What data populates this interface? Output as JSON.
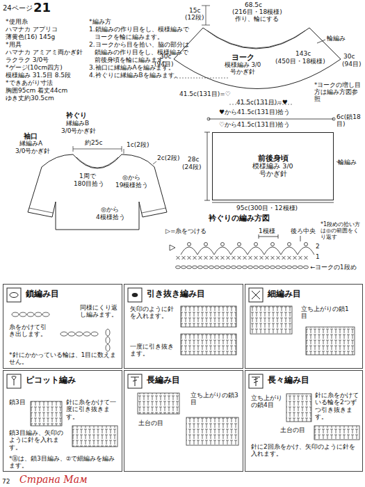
{
  "diagram": {
    "nodes": [
      {
        "text": [
          "ヨーク",
          "模様編み 3/0号かぎ針"
        ]
      },
      {
        "text": [
          "前後身頃",
          "模様編み 3/0号かぎ針"
        ]
      },
      {
        "text": [
          "鎖編み目",
          "同様にくり返し編みます。",
          "糸をかけて引き出します。",
          "*針にかかっている輪は、1目に数えません。"
        ]
      },
      {
        "text": [
          "引き抜き編み目",
          "矢印のように針を入れます。",
          "一度に引き抜きます。"
        ]
      },
      {
        "text": [
          "細編み目",
          "立ち上がりの鎖1目"
        ]
      },
      {
        "text": [
          "ピコット編み",
          "鎖3目",
          "針に糸をかけて一度に引き抜きます。",
          "鎖3目編み、矢印のように針を入れます。",
          "*ⓐは、鎖3目編み、②で細編みを編みます。"
        ]
      },
      {
        "text": [
          "長編み目",
          "立ち上がりの鎖3目",
          "土台の目"
        ]
      },
      {
        "text": [
          "長々編み目",
          "針に糸をかけている輪を2つずつ引き抜きます。",
          "立ち上がりの鎖4目",
          "土台の目",
          "針に2回糸をかけ、矢印のように針を入れます。"
        ]
      }
    ],
    "labels": [
      "24ページ",
      "21",
      "*使用糸",
      "ハマナカ アプリコ",
      "薄黄色(16) 145g",
      "*用具",
      "ハマナカ アミアミ両かぎ針",
      "ラクラク 3/0号",
      "*ゲージ(10cm四方)",
      "模様編み 31.5目 8.5段",
      "*できあがり寸法",
      "胸囲95cm 着丈44cm",
      "ゆき丈約30.5cm",
      "*編み方",
      "1.鎖編みの作り目をし、模様編みで",
      "ヨークを輪に編みます。",
      "2.ヨークから目を拾い、脇の部分は",
      "鎖編みの作り目をし、模様編みで",
      "前後身頃を輪に編みます。",
      "3.袖口に縁編みAを編みます。",
      "4.衿ぐりに縁編みBを編みます。",
      "68.5c",
      "(216目・18模様)",
      "作り、輪にする",
      "15c",
      "(12段)",
      "143c",
      "(450目・18模様)",
      "輪編み",
      "30c",
      "(94目)",
      "30c",
      "(94目)",
      "41.5c(131目)=♡",
      "41.5c(131目)=♥",
      "*ヨークの増し目方は編み方図参照",
      "♥から41.5c(131目)拾う",
      "♡から41.5c(131目)拾う",
      "6c(鎖18目)",
      "28c",
      "(24段)",
      "輪編み",
      "95c(300目・12模様)",
      "衿ぐり",
      "縁編みB",
      "3/0号かぎ針",
      "袖口",
      "縁編みA",
      "3/0号かぎ針",
      "約25c",
      "1c(2段)",
      "2c(2段)",
      "1周で",
      "180目拾う",
      "◎から",
      "19模様拾う",
      "◎から",
      "4模様拾う",
      "衿ぐりの編み方図",
      "▷=糸をつける",
      "1模様",
      "後ろ中央",
      "*1段めの拾い方は◎の範囲をくり返す",
      "2",
      "1",
      "←ヨークの1段め",
      "72",
      "Страна Мам"
    ]
  }
}
